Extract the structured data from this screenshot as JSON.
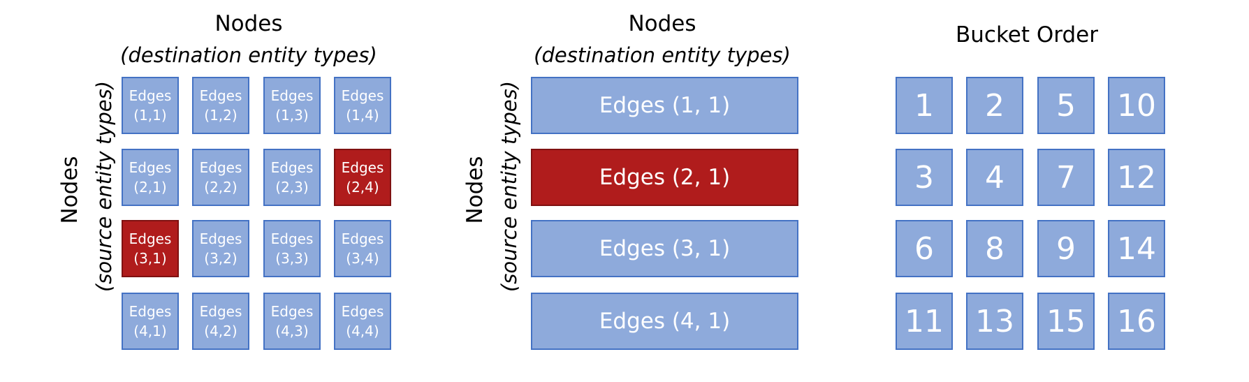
{
  "panel1": {
    "title": "Nodes",
    "subtitle": "(destination entity types)",
    "ylabel": "Nodes",
    "ysub": "(source entity types)",
    "cells": [
      {
        "line1": "Edges",
        "line2": "(1,1)",
        "highlight": false
      },
      {
        "line1": "Edges",
        "line2": "(1,2)",
        "highlight": false
      },
      {
        "line1": "Edges",
        "line2": "(1,3)",
        "highlight": false
      },
      {
        "line1": "Edges",
        "line2": "(1,4)",
        "highlight": false
      },
      {
        "line1": "Edges",
        "line2": "(2,1)",
        "highlight": false
      },
      {
        "line1": "Edges",
        "line2": "(2,2)",
        "highlight": false
      },
      {
        "line1": "Edges",
        "line2": "(2,3)",
        "highlight": false
      },
      {
        "line1": "Edges",
        "line2": "(2,4)",
        "highlight": true
      },
      {
        "line1": "Edges",
        "line2": "(3,1)",
        "highlight": true
      },
      {
        "line1": "Edges",
        "line2": "(3,2)",
        "highlight": false
      },
      {
        "line1": "Edges",
        "line2": "(3,3)",
        "highlight": false
      },
      {
        "line1": "Edges",
        "line2": "(3,4)",
        "highlight": false
      },
      {
        "line1": "Edges",
        "line2": "(4,1)",
        "highlight": false
      },
      {
        "line1": "Edges",
        "line2": "(4,2)",
        "highlight": false
      },
      {
        "line1": "Edges",
        "line2": "(4,3)",
        "highlight": false
      },
      {
        "line1": "Edges",
        "line2": "(4,4)",
        "highlight": false
      }
    ]
  },
  "panel2": {
    "title": "Nodes",
    "subtitle": "(destination entity types)",
    "ylabel": "Nodes",
    "ysub": "(source entity types)",
    "rows": [
      {
        "label": "Edges (1, 1)",
        "highlight": false
      },
      {
        "label": "Edges (2, 1)",
        "highlight": true
      },
      {
        "label": "Edges (3, 1)",
        "highlight": false
      },
      {
        "label": "Edges (4, 1)",
        "highlight": false
      }
    ]
  },
  "panel3": {
    "title": "Bucket Order",
    "cells": [
      "1",
      "2",
      "5",
      "10",
      "3",
      "4",
      "7",
      "12",
      "6",
      "8",
      "9",
      "14",
      "11",
      "13",
      "15",
      "16"
    ]
  },
  "colors": {
    "cell_fill": "#8eaadb",
    "cell_border": "#4472c4",
    "highlight_fill": "#b01c1c"
  }
}
